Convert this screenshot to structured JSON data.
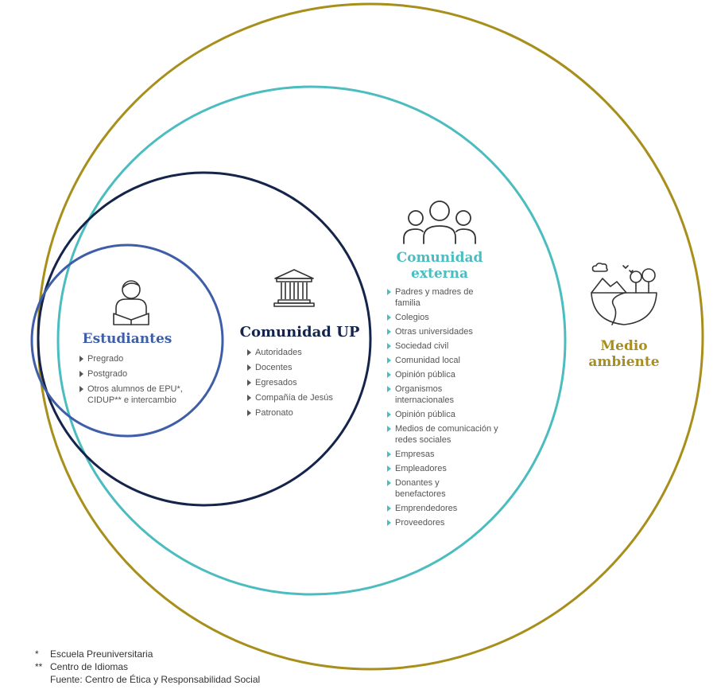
{
  "colors": {
    "medio_ambiente": "#a88f1c",
    "comunidad_externa": "#4bbcbf",
    "comunidad_up": "#14244a",
    "estudiantes": "#3f5ea8",
    "list_text": "#555555"
  },
  "rings": {
    "estudiantes": {
      "title": "Estudiantes",
      "icon": "student-icon",
      "items": [
        "Pregrado",
        "Postgrado",
        "Otros alumnos de EPU*, CIDUP** e intercambio"
      ]
    },
    "comunidad_up": {
      "title": "Comunidad UP",
      "icon": "building-icon",
      "items": [
        "Autoridades",
        "Docentes",
        "Egresados",
        "Compañía de Jesús",
        "Patronato"
      ]
    },
    "comunidad_externa": {
      "title_line1": "Comunidad",
      "title_line2": "externa",
      "icon": "people-group-icon",
      "items": [
        "Padres y madres de familia",
        "Colegios",
        "Otras universidades",
        "Sociedad civil",
        "Comunidad local",
        "Opinión pública",
        "Organismos internacionales",
        "Opinión pública",
        "Medios de comunicación y redes sociales",
        "Empresas",
        "Empleadores",
        "Donantes y benefactores",
        "Emprendedores",
        "Proveedores"
      ]
    },
    "medio_ambiente": {
      "title_line1": "Medio",
      "title_line2": "ambiente",
      "icon": "landscape-globe-icon"
    }
  },
  "footnotes": [
    {
      "mark": "*",
      "text": "Escuela Preuniversitaria"
    },
    {
      "mark": "**",
      "text": "Centro de Idiomas"
    },
    {
      "mark": "",
      "text": "Fuente: Centro de Ética y Responsabilidad Social"
    }
  ]
}
